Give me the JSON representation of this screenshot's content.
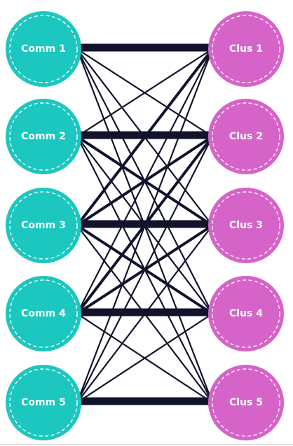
{
  "colors": {
    "left_node": "#1BC7BE",
    "right_node": "#D663C8",
    "edge": "#11132B",
    "ring": "#ffffff"
  },
  "left_nodes": [
    {
      "id": "comm1",
      "label": "Comm 1"
    },
    {
      "id": "comm2",
      "label": "Comm 2"
    },
    {
      "id": "comm3",
      "label": "Comm 3"
    },
    {
      "id": "comm4",
      "label": "Comm 4"
    },
    {
      "id": "comm5",
      "label": "Comm 5"
    }
  ],
  "right_nodes": [
    {
      "id": "clus1",
      "label": "Clus 1"
    },
    {
      "id": "clus2",
      "label": "Clus 2"
    },
    {
      "id": "clus3",
      "label": "Clus 3"
    },
    {
      "id": "clus4",
      "label": "Clus 4"
    },
    {
      "id": "clus5",
      "label": "Clus 5"
    }
  ],
  "edges": [
    {
      "from": 0,
      "to": 0,
      "weight": 5
    },
    {
      "from": 0,
      "to": 1,
      "weight": 1
    },
    {
      "from": 0,
      "to": 2,
      "weight": 1
    },
    {
      "from": 0,
      "to": 3,
      "weight": 1
    },
    {
      "from": 0,
      "to": 4,
      "weight": 1
    },
    {
      "from": 1,
      "to": 0,
      "weight": 1
    },
    {
      "from": 1,
      "to": 1,
      "weight": 5
    },
    {
      "from": 1,
      "to": 2,
      "weight": 2
    },
    {
      "from": 1,
      "to": 3,
      "weight": 1
    },
    {
      "from": 1,
      "to": 4,
      "weight": 1
    },
    {
      "from": 2,
      "to": 0,
      "weight": 2
    },
    {
      "from": 2,
      "to": 1,
      "weight": 2
    },
    {
      "from": 2,
      "to": 2,
      "weight": 5
    },
    {
      "from": 2,
      "to": 3,
      "weight": 2
    },
    {
      "from": 2,
      "to": 4,
      "weight": 1
    },
    {
      "from": 3,
      "to": 0,
      "weight": 1
    },
    {
      "from": 3,
      "to": 1,
      "weight": 2
    },
    {
      "from": 3,
      "to": 2,
      "weight": 2
    },
    {
      "from": 3,
      "to": 3,
      "weight": 5
    },
    {
      "from": 3,
      "to": 4,
      "weight": 1
    },
    {
      "from": 4,
      "to": 0,
      "weight": 1
    },
    {
      "from": 4,
      "to": 1,
      "weight": 1
    },
    {
      "from": 4,
      "to": 2,
      "weight": 1
    },
    {
      "from": 4,
      "to": 3,
      "weight": 1
    },
    {
      "from": 4,
      "to": 4,
      "weight": 5
    }
  ]
}
